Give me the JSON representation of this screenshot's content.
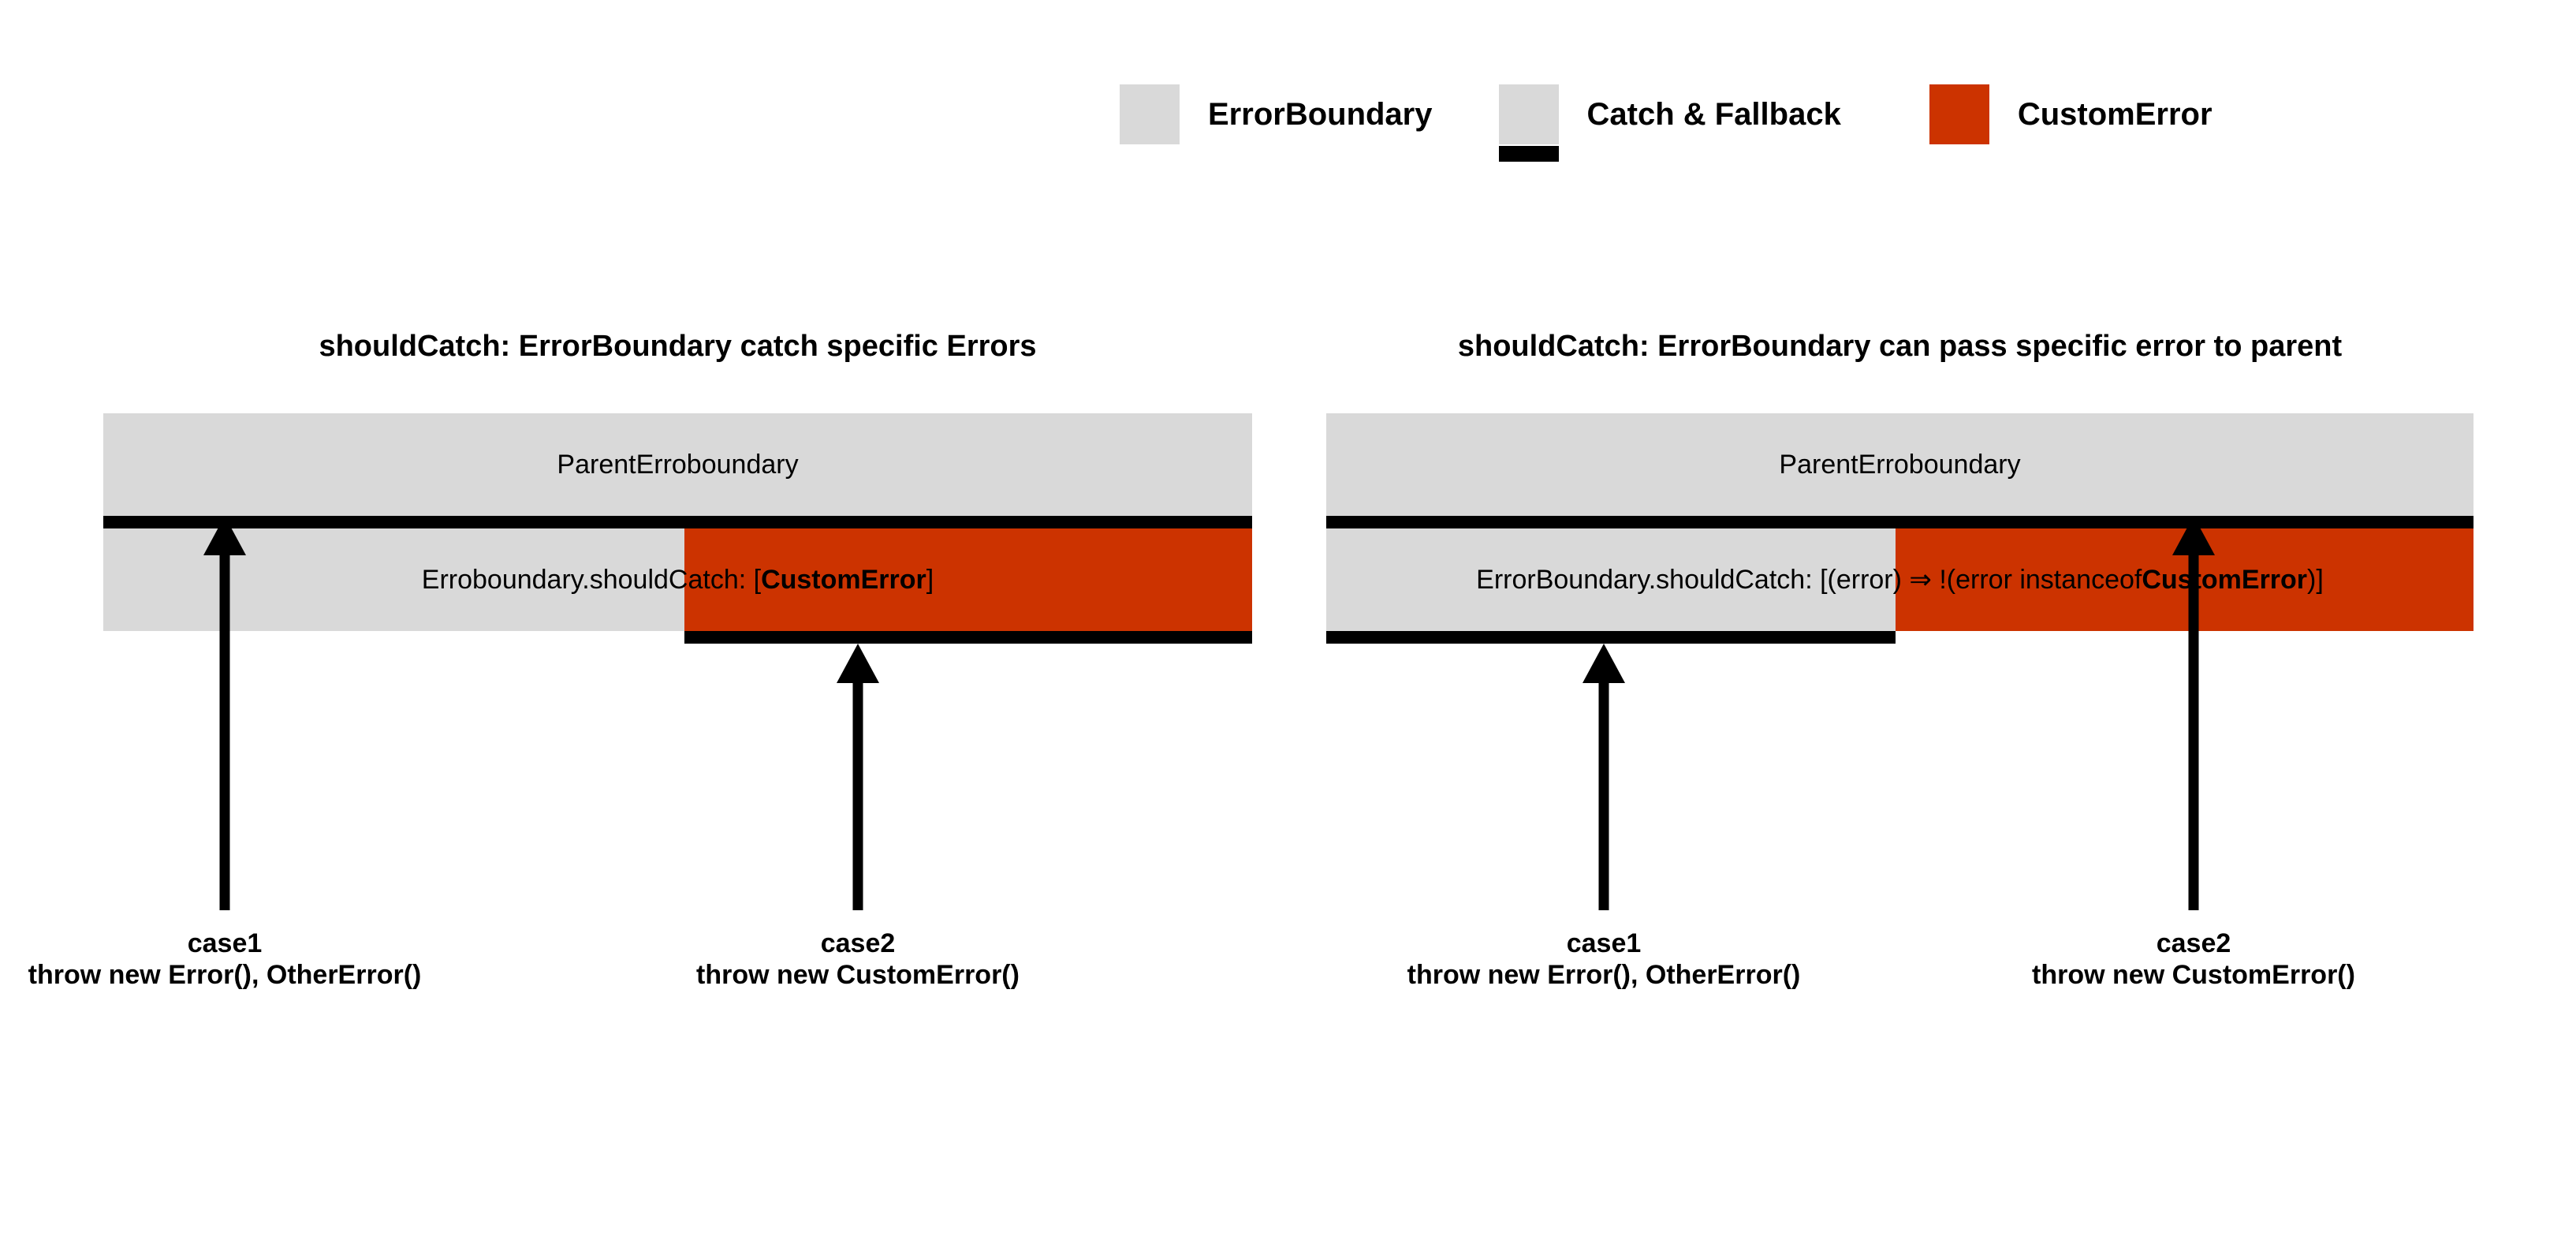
{
  "legend": {
    "items": [
      {
        "label": "ErrorBoundary",
        "swatch": "gray-swatch",
        "color": "#D9D9D9"
      },
      {
        "label": "Catch & Fallback",
        "swatch": "gray-swatch-with-black-bar",
        "color": "#D9D9D9",
        "bar_color": "#000000"
      },
      {
        "label": "CustomError",
        "swatch": "orange-swatch",
        "color": "#CC3300"
      }
    ]
  },
  "panels": [
    {
      "title": "shouldCatch: ErrorBoundary catch specific Errors",
      "parent_label": "ParentErroboundary",
      "child_caption_parts": {
        "prefix": "Erroboundary.shouldCatch: [",
        "emphasis": "CustomError",
        "suffix": "]"
      },
      "cases": [
        {
          "name": "case1",
          "detail": "throw new Error(), OtherError()"
        },
        {
          "name": "case2",
          "detail": "throw new CustomError()"
        }
      ]
    },
    {
      "title": "shouldCatch: ErrorBoundary can pass specific error to parent",
      "parent_label": "ParentErroboundary",
      "child_caption_parts": {
        "prefix": "ErrorBoundary.shouldCatch: [(error) ⇒ !(error instanceof ",
        "emphasis": "CustomError",
        "suffix": ")]"
      },
      "cases": [
        {
          "name": "case1",
          "detail": "throw new Error(), OtherError()"
        },
        {
          "name": "case2",
          "detail": "throw new CustomError()"
        }
      ]
    }
  ],
  "colors": {
    "boundary_fill": "#D9D9D9",
    "custom_error_fill": "#CC3300",
    "catch_bar": "#000000",
    "background": "#FFFFFF"
  }
}
